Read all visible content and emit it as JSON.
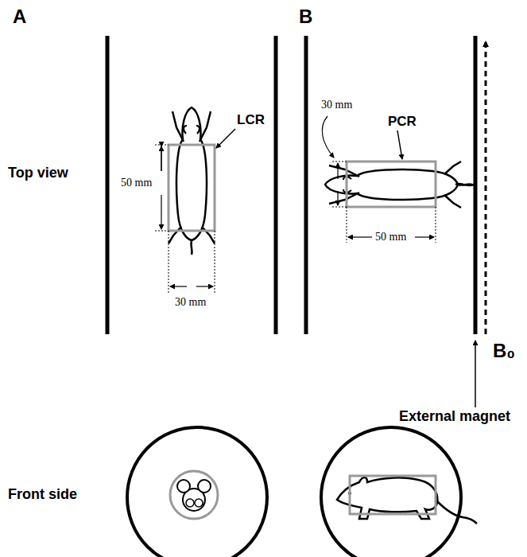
{
  "diagram": {
    "labels": [
      "A",
      "B",
      "Top view",
      "LCR",
      "50 mm",
      "30 mm",
      "PCR",
      "30 mm",
      "50 mm",
      "B₀",
      "External magnet",
      "Front side"
    ]
  }
}
